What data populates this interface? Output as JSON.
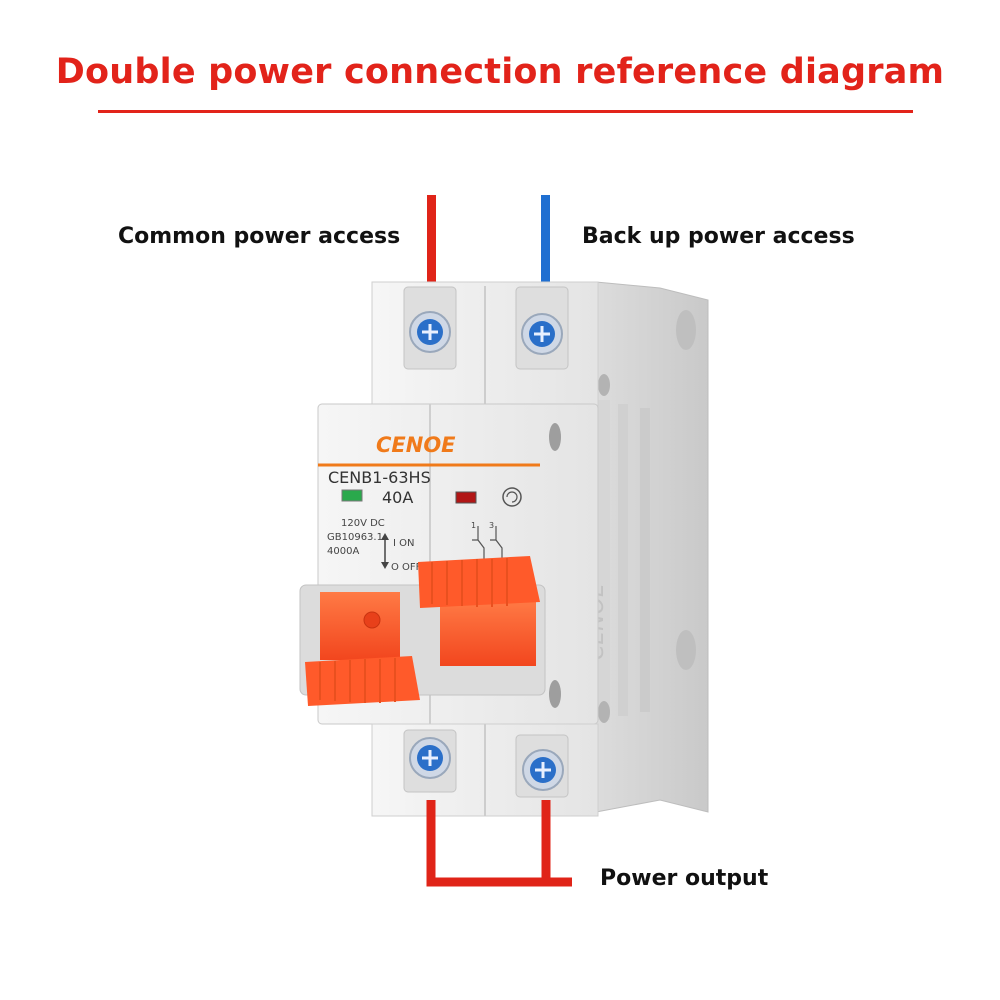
{
  "title": "Double power connection reference diagram",
  "labels": {
    "common_power": "Common power access",
    "backup_power": "Back up power access",
    "power_output": "Power output"
  },
  "breaker": {
    "brand": "CENOE",
    "model": "CENB1-63HS",
    "rating": "40A",
    "voltage": "120V DC",
    "standard": "GB10963.1",
    "breaking_capacity": "4000A",
    "on_label": "I  ON",
    "off_label": "O OFF",
    "side_brand": "CENOE",
    "pole_1": "1",
    "pole_3": "3"
  },
  "colors": {
    "title": "#e2231a",
    "common_wire": "#e02418",
    "backup_wire": "#1f6fd1",
    "output_wire": "#e02418",
    "brand": "#f07a1a",
    "handle": "#ff5a2a",
    "terminal": "#2a6fc9",
    "housing": "#ececec"
  }
}
